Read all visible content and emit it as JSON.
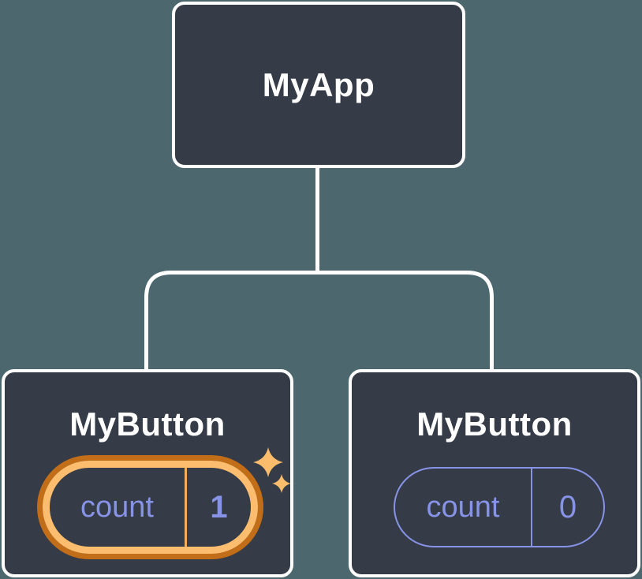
{
  "diagram": {
    "title": "component-tree",
    "background_color": "#4d676e",
    "node_fill": "#353b47",
    "node_border": "#ffffff",
    "state_color": "#8793e6",
    "highlight_gold": "#fcbd6e",
    "highlight_orange": "#c26d17",
    "root": {
      "label": "MyApp"
    },
    "children": [
      {
        "label": "MyButton",
        "highlighted": true,
        "icon": "sparkles-icon",
        "state": {
          "name": "count",
          "value": "1"
        }
      },
      {
        "label": "MyButton",
        "highlighted": false,
        "state": {
          "name": "count",
          "value": "0"
        }
      }
    ]
  }
}
